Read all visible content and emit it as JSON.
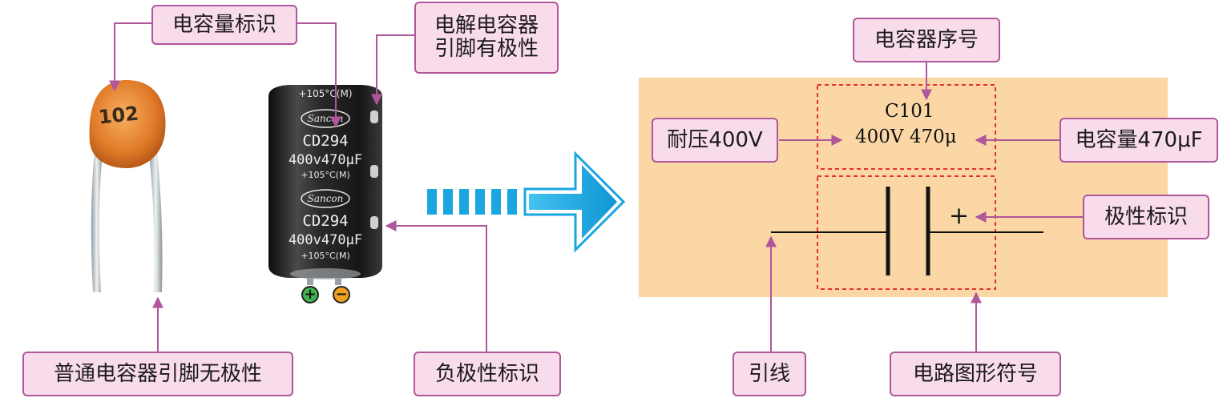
{
  "left": {
    "ceramic_code": "102",
    "electrolytic": {
      "brand": "Sancon",
      "model": "CD294",
      "rating": "400v470μF",
      "temp": "+105°C(M)",
      "plus_symbol": "+",
      "minus_symbol": "−"
    },
    "callouts": {
      "capacity_mark": "电容量标识",
      "electrolytic_line1": "电解电容器",
      "electrolytic_line2": "引脚有极性",
      "normal_no_polarity": "普通电容器引脚无极性",
      "negative_mark": "负极性标识"
    }
  },
  "right": {
    "circuit": {
      "designator": "C101",
      "value_line": "400V  470μ",
      "plus_sign": "+"
    },
    "callouts": {
      "serial": "电容器序号",
      "voltage": "耐压400V",
      "capacitance": "电容量470μF",
      "polarity": "极性标识",
      "lead": "引线",
      "symbol": "电路图形符号"
    }
  },
  "colors": {
    "callout_fill": "#f9dcec",
    "callout_border": "#b0569a",
    "panel": "#fbd7a6",
    "arrow": "#1aa6e0",
    "dash_box": "#e53030",
    "plus_dot": "#3fb34f",
    "minus_dot": "#f0a020"
  }
}
